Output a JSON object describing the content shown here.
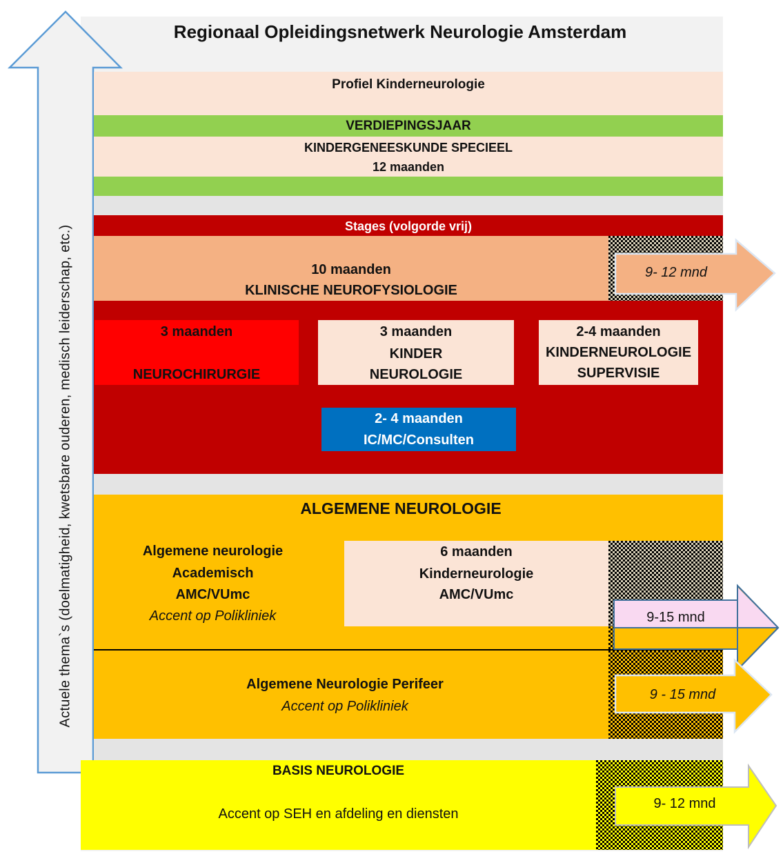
{
  "title": "Regionaal Opleidingsnetwerk Neurologie Amsterdam",
  "side_arrow": {
    "label": "Actuele thema`s (doelmatigheid,  kwetsbare ouderen,  medisch leiderschap, etc.)"
  },
  "profiel": {
    "label": "Profiel Kinderneurologie"
  },
  "verdiepingsjaar": {
    "header": "VERDIEPINGSJAAR",
    "line1": "KINDERGENEESKUNDE SPECIEEL",
    "line2": "12 maanden"
  },
  "stages": {
    "header": "Stages (volgorde vrij)",
    "knf": {
      "line1": "10 maanden",
      "line2": "KLINISCHE NEUROFYSIOLOGIE",
      "arrow": "9- 12 mnd"
    },
    "neurochirurgie": {
      "line1": "3 maanden",
      "line2": "NEUROCHIRURGIE"
    },
    "kinderneurologie": {
      "line1": "3 maanden",
      "line2": "KINDER",
      "line3": "NEUROLOGIE"
    },
    "supervisie": {
      "line1": "2-4 maanden",
      "line2": "KINDERNEUROLOGIE",
      "line3": "SUPERVISIE"
    },
    "ic": {
      "line1": "2- 4 maanden",
      "line2": "IC/MC/Consulten"
    }
  },
  "algemeen": {
    "header": "ALGEMENE NEUROLOGIE",
    "academisch": {
      "line1": "Algemene neurologie",
      "line2": "Academisch",
      "line3": "AMC/VUmc",
      "line4": "Accent op Polikliniek"
    },
    "kinder": {
      "line1": "6 maanden",
      "line2": "Kinderneurologie",
      "line3": "AMC/VUmc"
    },
    "arrow_academisch": "9-15 mnd",
    "perifeer": {
      "line1": "Algemene Neurologie Perifeer",
      "line2": "Accent op Polikliniek"
    },
    "arrow_perifeer": "9 - 15 mnd"
  },
  "basis": {
    "header": "BASIS NEUROLOGIE",
    "line1": "Accent op SEH en afdeling en diensten",
    "arrow": "9- 12 mnd"
  },
  "colors": {
    "background_panel": "#f2f2f2",
    "peach": "#fbe4d6",
    "green": "#92d050",
    "dark_red": "#c00000",
    "salmon": "#f4b183",
    "red": "#ff0000",
    "blue": "#0070c0",
    "orange_yellow": "#ffc000",
    "yellow": "#ffff00",
    "pink": "#f9d9f1",
    "arrow_blue": "#5b9bd5"
  }
}
